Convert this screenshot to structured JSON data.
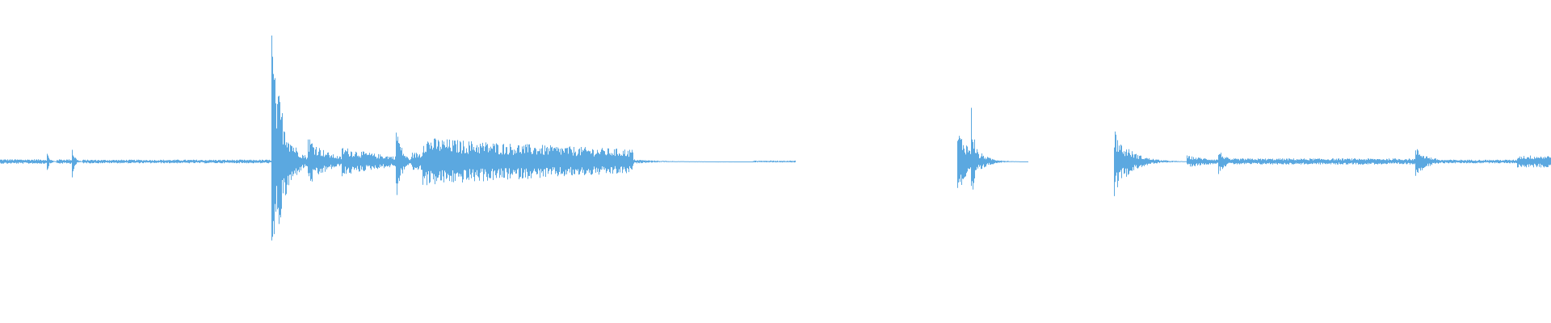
{
  "waveform": {
    "color": "#5ba8e0",
    "background": "#ffffff",
    "duration": 100,
    "amplitude_range": [
      -1,
      1
    ],
    "segments": [
      {
        "start": 0.0,
        "end": 3.0,
        "peak": 0.015,
        "decay": 0.0
      },
      {
        "start": 3.0,
        "end": 3.6,
        "peak": 0.07,
        "decay": 6.0
      },
      {
        "start": 3.6,
        "end": 4.6,
        "peak": 0.015,
        "decay": 0.0
      },
      {
        "start": 4.6,
        "end": 5.3,
        "peak": 0.13,
        "decay": 6.0
      },
      {
        "start": 5.3,
        "end": 17.5,
        "peak": 0.012,
        "decay": 0.0
      },
      {
        "start": 17.5,
        "end": 17.9,
        "peak": 0.95,
        "decay": 2.5
      },
      {
        "start": 17.9,
        "end": 19.8,
        "peak": 0.5,
        "decay": 1.4
      },
      {
        "start": 19.8,
        "end": 22.0,
        "peak": 0.18,
        "decay": 0.8
      },
      {
        "start": 22.0,
        "end": 25.5,
        "peak": 0.1,
        "decay": 0.3
      },
      {
        "start": 25.5,
        "end": 26.5,
        "peak": 0.3,
        "decay": 3.0
      },
      {
        "start": 26.5,
        "end": 27.2,
        "peak": 0.06,
        "decay": 0.0
      },
      {
        "start": 27.2,
        "end": 40.8,
        "peak": 0.16,
        "decay": 0.05
      },
      {
        "start": 40.8,
        "end": 48.5,
        "peak": 0.015,
        "decay": 0.6
      },
      {
        "start": 48.5,
        "end": 51.3,
        "peak": 0.006,
        "decay": 0.0
      },
      {
        "start": 61.7,
        "end": 62.6,
        "peak": 0.22,
        "decay": 1.0
      },
      {
        "start": 62.6,
        "end": 63.2,
        "peak": 0.38,
        "decay": 4.0
      },
      {
        "start": 63.2,
        "end": 66.3,
        "peak": 0.06,
        "decay": 1.5
      },
      {
        "start": 71.8,
        "end": 72.6,
        "peak": 0.24,
        "decay": 1.5
      },
      {
        "start": 72.6,
        "end": 76.5,
        "peak": 0.1,
        "decay": 1.0
      },
      {
        "start": 76.5,
        "end": 78.5,
        "peak": 0.04,
        "decay": 0.5
      },
      {
        "start": 78.5,
        "end": 79.5,
        "peak": 0.09,
        "decay": 2.0
      },
      {
        "start": 79.5,
        "end": 91.2,
        "peak": 0.02,
        "decay": 0.0
      },
      {
        "start": 91.2,
        "end": 92.8,
        "peak": 0.1,
        "decay": 1.2
      },
      {
        "start": 92.8,
        "end": 97.8,
        "peak": 0.012,
        "decay": 0.0
      },
      {
        "start": 97.8,
        "end": 100.0,
        "peak": 0.04,
        "decay": 0.0
      }
    ]
  }
}
